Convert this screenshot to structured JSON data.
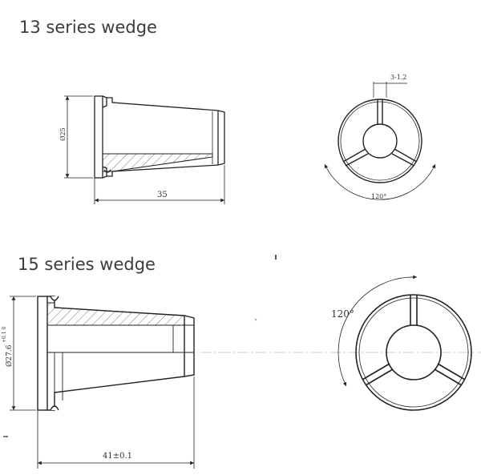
{
  "section13": {
    "title": "13 series wedge",
    "dim_diameter": "Ø25",
    "dim_length": "35",
    "dim_slot": "3-1.2",
    "dim_angle": "120°"
  },
  "section15": {
    "title": "15 series wedge",
    "dim_diameter": "Ø27.6",
    "dim_tolerance": "+0.1 0",
    "dim_length": "41±0.1",
    "dim_angle": "120°"
  },
  "colors": {
    "line": "#222222",
    "text": "#3c3c3c"
  }
}
